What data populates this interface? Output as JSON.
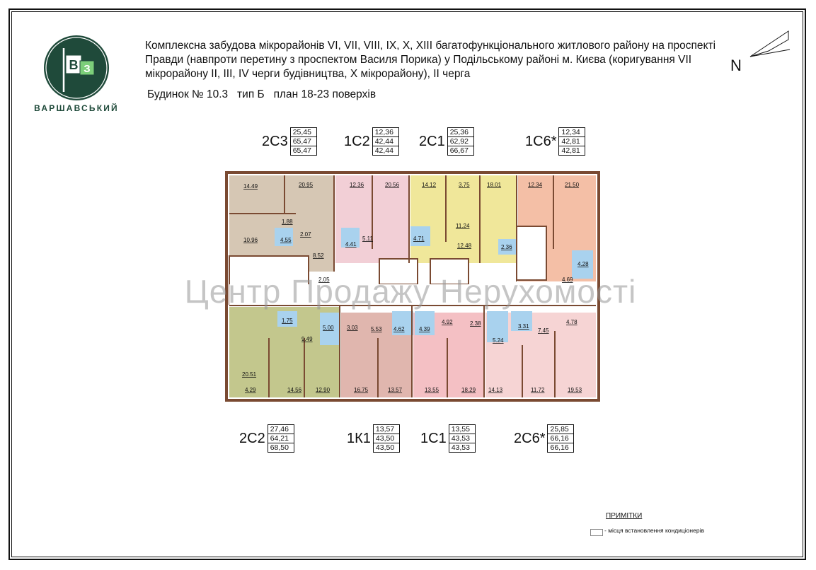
{
  "logo": {
    "letters": "ВЗ",
    "name": "ВАРШАВСЬКИЙ"
  },
  "header": {
    "title": "Комплексна забудова мікрорайонів VI, VII, VIII, IX, X, XIII багатофункціонального житлового району на проспекті Правди (навпроти перетину з проспектом Василя Порика) у Подільському районі м. Києва (коригування VII мікрорайону II, III, IV черги будівництва, X мікрорайону), II черга",
    "subtitle": "Будинок № 10.3   тип Б   план 18-23 поверхів"
  },
  "north_label": "N",
  "apartments_top": [
    {
      "code": "2С3",
      "values": [
        "25,45",
        "65,47",
        "65,47"
      ]
    },
    {
      "code": "1С2",
      "values": [
        "12,36",
        "42,44",
        "42,44"
      ]
    },
    {
      "code": "2С1",
      "values": [
        "25,36",
        "62,92",
        "66,67"
      ]
    },
    {
      "code": "1С6*",
      "values": [
        "12,34",
        "42,81",
        "42,81"
      ]
    }
  ],
  "apartments_bottom": [
    {
      "code": "2С2",
      "values": [
        "27,46",
        "64,21",
        "68,50"
      ]
    },
    {
      "code": "1К1",
      "values": [
        "13,57",
        "43,50",
        "43,50"
      ]
    },
    {
      "code": "1С1",
      "values": [
        "13,55",
        "43,53",
        "43,53"
      ]
    },
    {
      "code": "2С6*",
      "values": [
        "25,85",
        "66,16",
        "66,16"
      ]
    }
  ],
  "rooms": {
    "top": [
      "14.49",
      "20.95",
      "1.88",
      "10.96",
      "4.55",
      "2.07",
      "8.52",
      "2.05",
      "12.36",
      "20.56",
      "4.41",
      "5.11",
      "14.12",
      "3.75",
      "18.01",
      "11.24",
      "4.71",
      "12.48",
      "2.36",
      "12.34",
      "21.50",
      "4.28",
      "4.69"
    ],
    "bottom": [
      "1.75",
      "5.00",
      "9.49",
      "20.51",
      "4.29",
      "14.56",
      "12.90",
      "3.03",
      "5.53",
      "4.62",
      "4.39",
      "4.92",
      "2.38",
      "3.31",
      "7.45",
      "4.78",
      "5.24",
      "16.75",
      "13.57",
      "13.55",
      "18.29",
      "14.13",
      "11.72",
      "19.53"
    ]
  },
  "watermark": "Центр Продажу Нерухомості",
  "notes": {
    "title": "ПРИМІТКИ",
    "text": "- місця встановлення кондиціонерів"
  },
  "colors": {
    "apt_2s3": "#d6c7b4",
    "apt_1s2": "#f2cfd6",
    "apt_2s1": "#f0e79a",
    "apt_1s6": "#f4bfa6",
    "apt_2s2": "#c3c78d",
    "apt_1k1": "#e0b6ae",
    "apt_1s1": "#f4c0c4",
    "apt_2s6": "#f6d4d4",
    "bathroom": "#a9d2ee",
    "logo_green": "#1f4a3a",
    "wall": "#7a4a32"
  }
}
